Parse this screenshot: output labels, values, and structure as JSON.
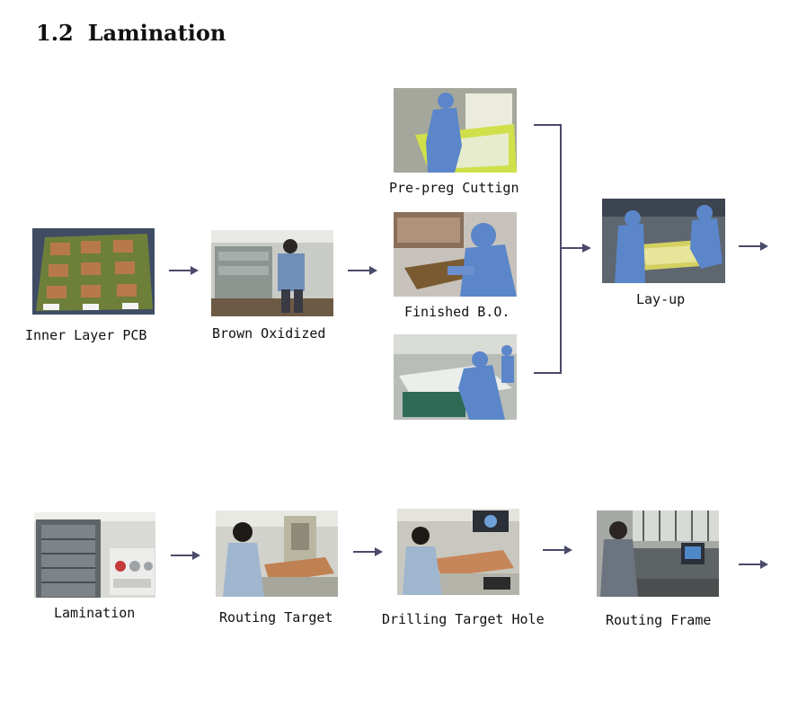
{
  "section": {
    "number": "1.2",
    "title": "Lamination"
  },
  "steps": {
    "inner_layer_pcb": "Inner Layer PCB",
    "brown_oxidized": "Brown Oxidized",
    "pre_preg_cutting": "Pre-preg Cuttign",
    "finished_bo": "Finished B.O.",
    "lay_up": "Lay-up",
    "lamination": "Lamination",
    "routing_target": "Routing Target",
    "drilling_target_hole": "Drilling Target Hole",
    "routing_frame": "Routing Frame"
  },
  "colors": {
    "arrow": "#4a4a6a",
    "connector": "#4a4a6a",
    "cleanroom_suit": "#5b86c9",
    "pcb_green": "#6e7f3a",
    "copper": "#b8794a"
  }
}
